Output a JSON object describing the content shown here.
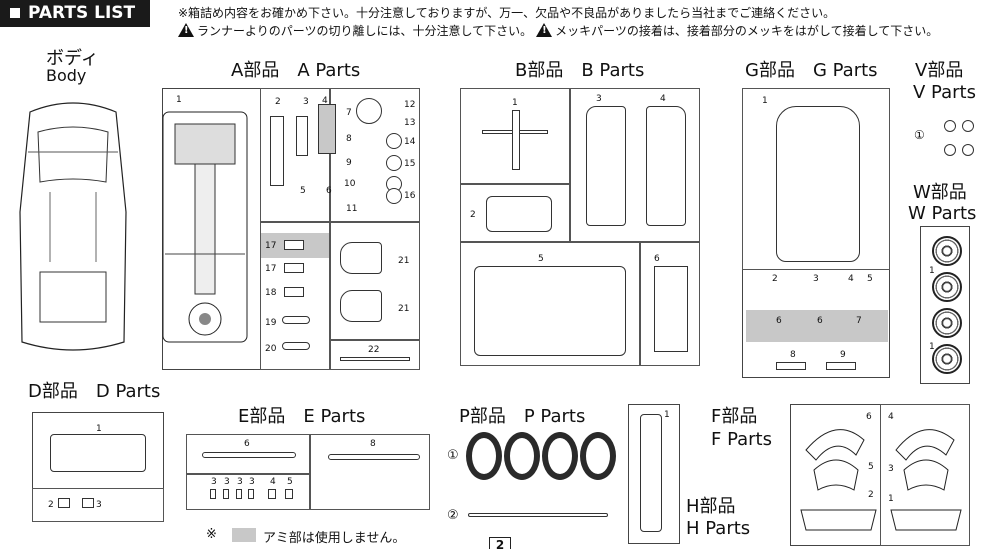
{
  "header": {
    "title": "PARTS LIST"
  },
  "notices": {
    "line1": "※箱詰め内容をお確かめ下さい。十分注意しておりますが、万一、欠品や不良品がありましたら当社までご連絡ください。",
    "line2a": "ランナーよりのパーツの切り離しには、十分注意して下さい。",
    "line2b": "メッキパーツの接着は、接着部分のメッキをはがして接着して下さい。"
  },
  "sections": {
    "body": {
      "jp": "ボディ",
      "en": "Body"
    },
    "a": {
      "title": "A部品　A Parts"
    },
    "b": {
      "title": "B部品　B Parts"
    },
    "g": {
      "title": "G部品　G Parts"
    },
    "v": {
      "jp": "V部品",
      "en": "V Parts"
    },
    "w": {
      "jp": "W部品",
      "en": "W Parts"
    },
    "d": {
      "title": "D部品　D Parts"
    },
    "e": {
      "title": "E部品　E Parts"
    },
    "p": {
      "title": "P部品　P Parts"
    },
    "f": {
      "jp": "F部品",
      "en": "F Parts"
    },
    "h": {
      "jp": "H部品",
      "en": "H Parts"
    }
  },
  "footnote": {
    "mark": "※",
    "text": "アミ部は使用しません。"
  },
  "page_number": "2",
  "labels": {
    "a": [
      "1",
      "2",
      "3",
      "4",
      "5",
      "6",
      "7",
      "8",
      "9",
      "10",
      "11",
      "12",
      "13",
      "14",
      "15",
      "16",
      "17",
      "17",
      "18",
      "19",
      "20",
      "21",
      "21",
      "22"
    ],
    "b": [
      "1",
      "2",
      "3",
      "4",
      "5",
      "6"
    ],
    "g": [
      "1",
      "2",
      "3",
      "4",
      "5",
      "6",
      "6",
      "7",
      "8",
      "9"
    ],
    "v": [
      "①"
    ],
    "w": [
      "1",
      "1"
    ],
    "d": [
      "1",
      "2",
      "3"
    ],
    "e": [
      "6",
      "8",
      "3",
      "3",
      "3",
      "3",
      "4",
      "5"
    ],
    "p": [
      "①",
      "②"
    ],
    "f": [
      "6",
      "4",
      "5",
      "3",
      "2",
      "1"
    ],
    "h": [
      "1"
    ]
  }
}
